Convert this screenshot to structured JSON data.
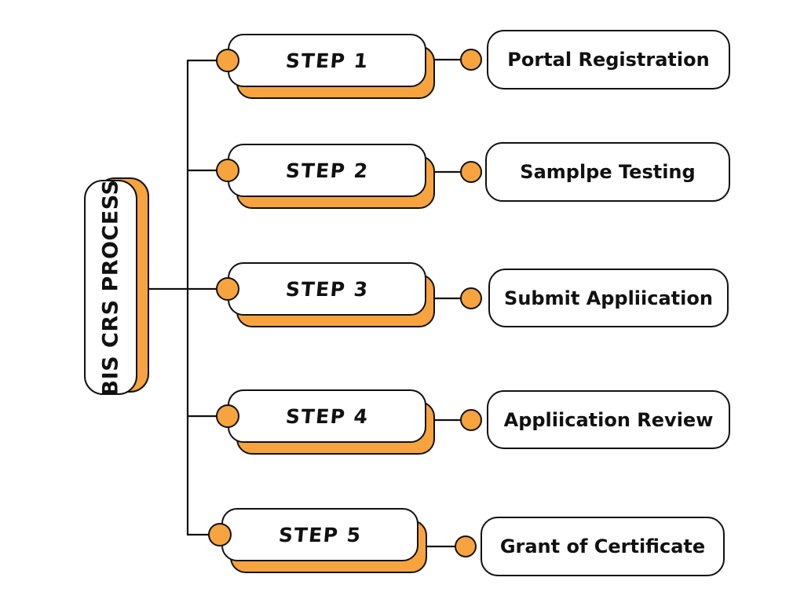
{
  "diagram": {
    "type": "flowchart",
    "title": "BIS CRS PROCESS",
    "colors": {
      "accent": "#F7A43E",
      "outline": "#111111",
      "background": "#FFFFFF"
    },
    "rows": [
      {
        "step": "STEP 1",
        "label": "Portal Registration"
      },
      {
        "step": "STEP 2",
        "label": "Samplpe Testing"
      },
      {
        "step": "STEP 3",
        "label": "Submit Appliication"
      },
      {
        "step": "STEP 4",
        "label": "Appliication Review"
      },
      {
        "step": "STEP 5",
        "label": "Grant of Certificate"
      }
    ]
  }
}
